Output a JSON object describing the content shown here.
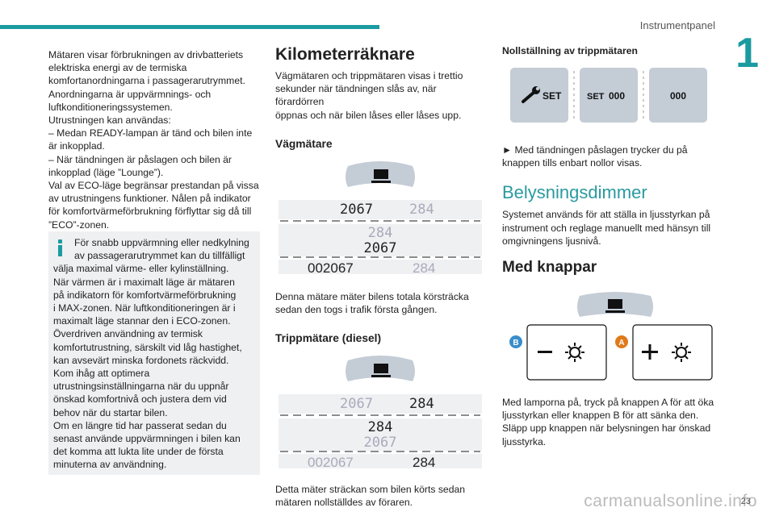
{
  "header": {
    "section": "Instrumentpanel",
    "chapter": "1"
  },
  "footer": {
    "page": "23",
    "watermark": "carmanualsonline.info"
  },
  "col1": {
    "lines": [
      "Mätaren visar förbrukningen av drivbatteriets",
      "elektriska energi av de termiska",
      "komfortanordningarna i passagerarutrymmet.",
      "Anordningarna är uppvärmnings- och",
      "luftkonditioneringssystemen.",
      "Utrustningen kan användas:",
      "–  Medan READY-lampan är tänd och bilen inte",
      "är inkopplad.",
      "–  När tändningen är påslagen och bilen är",
      "inkopplad (läge ”Lounge”).",
      "Val av ECO-läge begränsar prestandan på vissa",
      "av utrustningens funktioner. Nålen på indikator",
      "för komfortvärmeförbrukning förflyttar sig då till",
      "”ECO”-zonen."
    ]
  },
  "note": {
    "lines": [
      "För snabb uppvärmning eller nedkylning",
      "av passagerarutrymmet kan du tillfälligt",
      "välja maximal värme- eller kylinställning.",
      "När värmen är i maximalt läge är mätaren",
      "på indikatorn för komfortvärmeförbrukning",
      "i MAX-zonen. När luftkonditioneringen är i",
      "maximalt läge stannar den i ECO-zonen.",
      "Överdriven användning av termisk",
      "komfortutrustning, särskilt vid låg hastighet,",
      "kan avsevärt minska fordonets räckvidd.",
      "Kom ihåg att optimera",
      "utrustningsinställningarna när du uppnår",
      "önskad komfortnivå och justera dem vid",
      "behov när du startar bilen.",
      "Om en längre tid har passerat sedan du",
      "senast använde uppvärmningen i bilen kan",
      "det komma att lukta lite under de första",
      "minuterna av användning."
    ]
  },
  "col2": {
    "title": "Kilometerräknare",
    "intro": [
      "Vägmätaren och trippmätaren visas i trettio",
      "sekunder när tändningen slås av, när förardörren",
      "öppnas och när bilen låses eller låses upp."
    ],
    "odo_title": "Vägmätare",
    "odo_display": {
      "odo": "2067",
      "trip": "284",
      "big": "002067",
      "small": "284"
    },
    "odo_text": [
      "Denna mätare mäter bilens totala körsträcka",
      "sedan den togs i trafik första gången."
    ],
    "trip_title": "Trippmätare (diesel)",
    "trip_text": [
      "Detta mäter sträckan som bilen körts sedan",
      "mätaren nollställdes av föraren."
    ]
  },
  "col3": {
    "reset_title": "Nollställning av trippmätaren",
    "reset_boxes": {
      "set": "SET",
      "set2": "SET",
      "val": "000",
      "val2": "000"
    },
    "reset_text": [
      "►  Med tändningen påslagen trycker du på",
      "knappen tills enbart nollor visas."
    ],
    "dimmer_title": "Belysningsdimmer",
    "dimmer_text": [
      "Systemet används för att ställa in ljusstyrkan på",
      "instrument och reglage manuellt med hänsyn till",
      "omgivningens ljusnivå."
    ],
    "buttons_title": "Med knappar",
    "label_a": "A",
    "label_b": "B",
    "buttons_text": [
      "Med lamporna på, tryck på knappen A för att öka",
      "ljusstyrkan eller knappen B för att sänka den.",
      "Släpp upp knappen när belysningen har önskad",
      "ljusstyrka."
    ]
  },
  "colors": {
    "accent": "#1a9ba0",
    "button_bg": "#c4ccd6",
    "screen_bg": "#eef0f2"
  }
}
